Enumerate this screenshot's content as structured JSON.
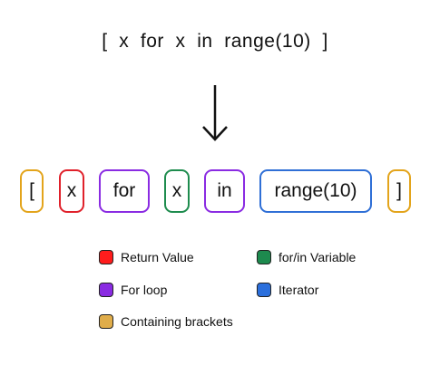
{
  "expression": "[  x  for  x  in  range(10)  ]",
  "tokens": [
    {
      "text": "[",
      "color": "#e3a41b"
    },
    {
      "text": "x",
      "color": "#e0212b"
    },
    {
      "text": "for",
      "color": "#8a2be2"
    },
    {
      "text": "x",
      "color": "#1e8c4e"
    },
    {
      "text": "in",
      "color": "#8a2be2"
    },
    {
      "text": "range(10)",
      "color": "#2f6fd6"
    },
    {
      "text": "]",
      "color": "#e3a41b"
    }
  ],
  "legend": [
    {
      "label": "Return Value",
      "color": "#ff1c1c"
    },
    {
      "label": "for/in Variable",
      "color": "#1d8a4e"
    },
    {
      "label": "For loop",
      "color": "#8a2be2"
    },
    {
      "label": "Iterator",
      "color": "#2b6fdc"
    },
    {
      "label": "Containing brackets",
      "color": "#e0ad4a"
    }
  ]
}
